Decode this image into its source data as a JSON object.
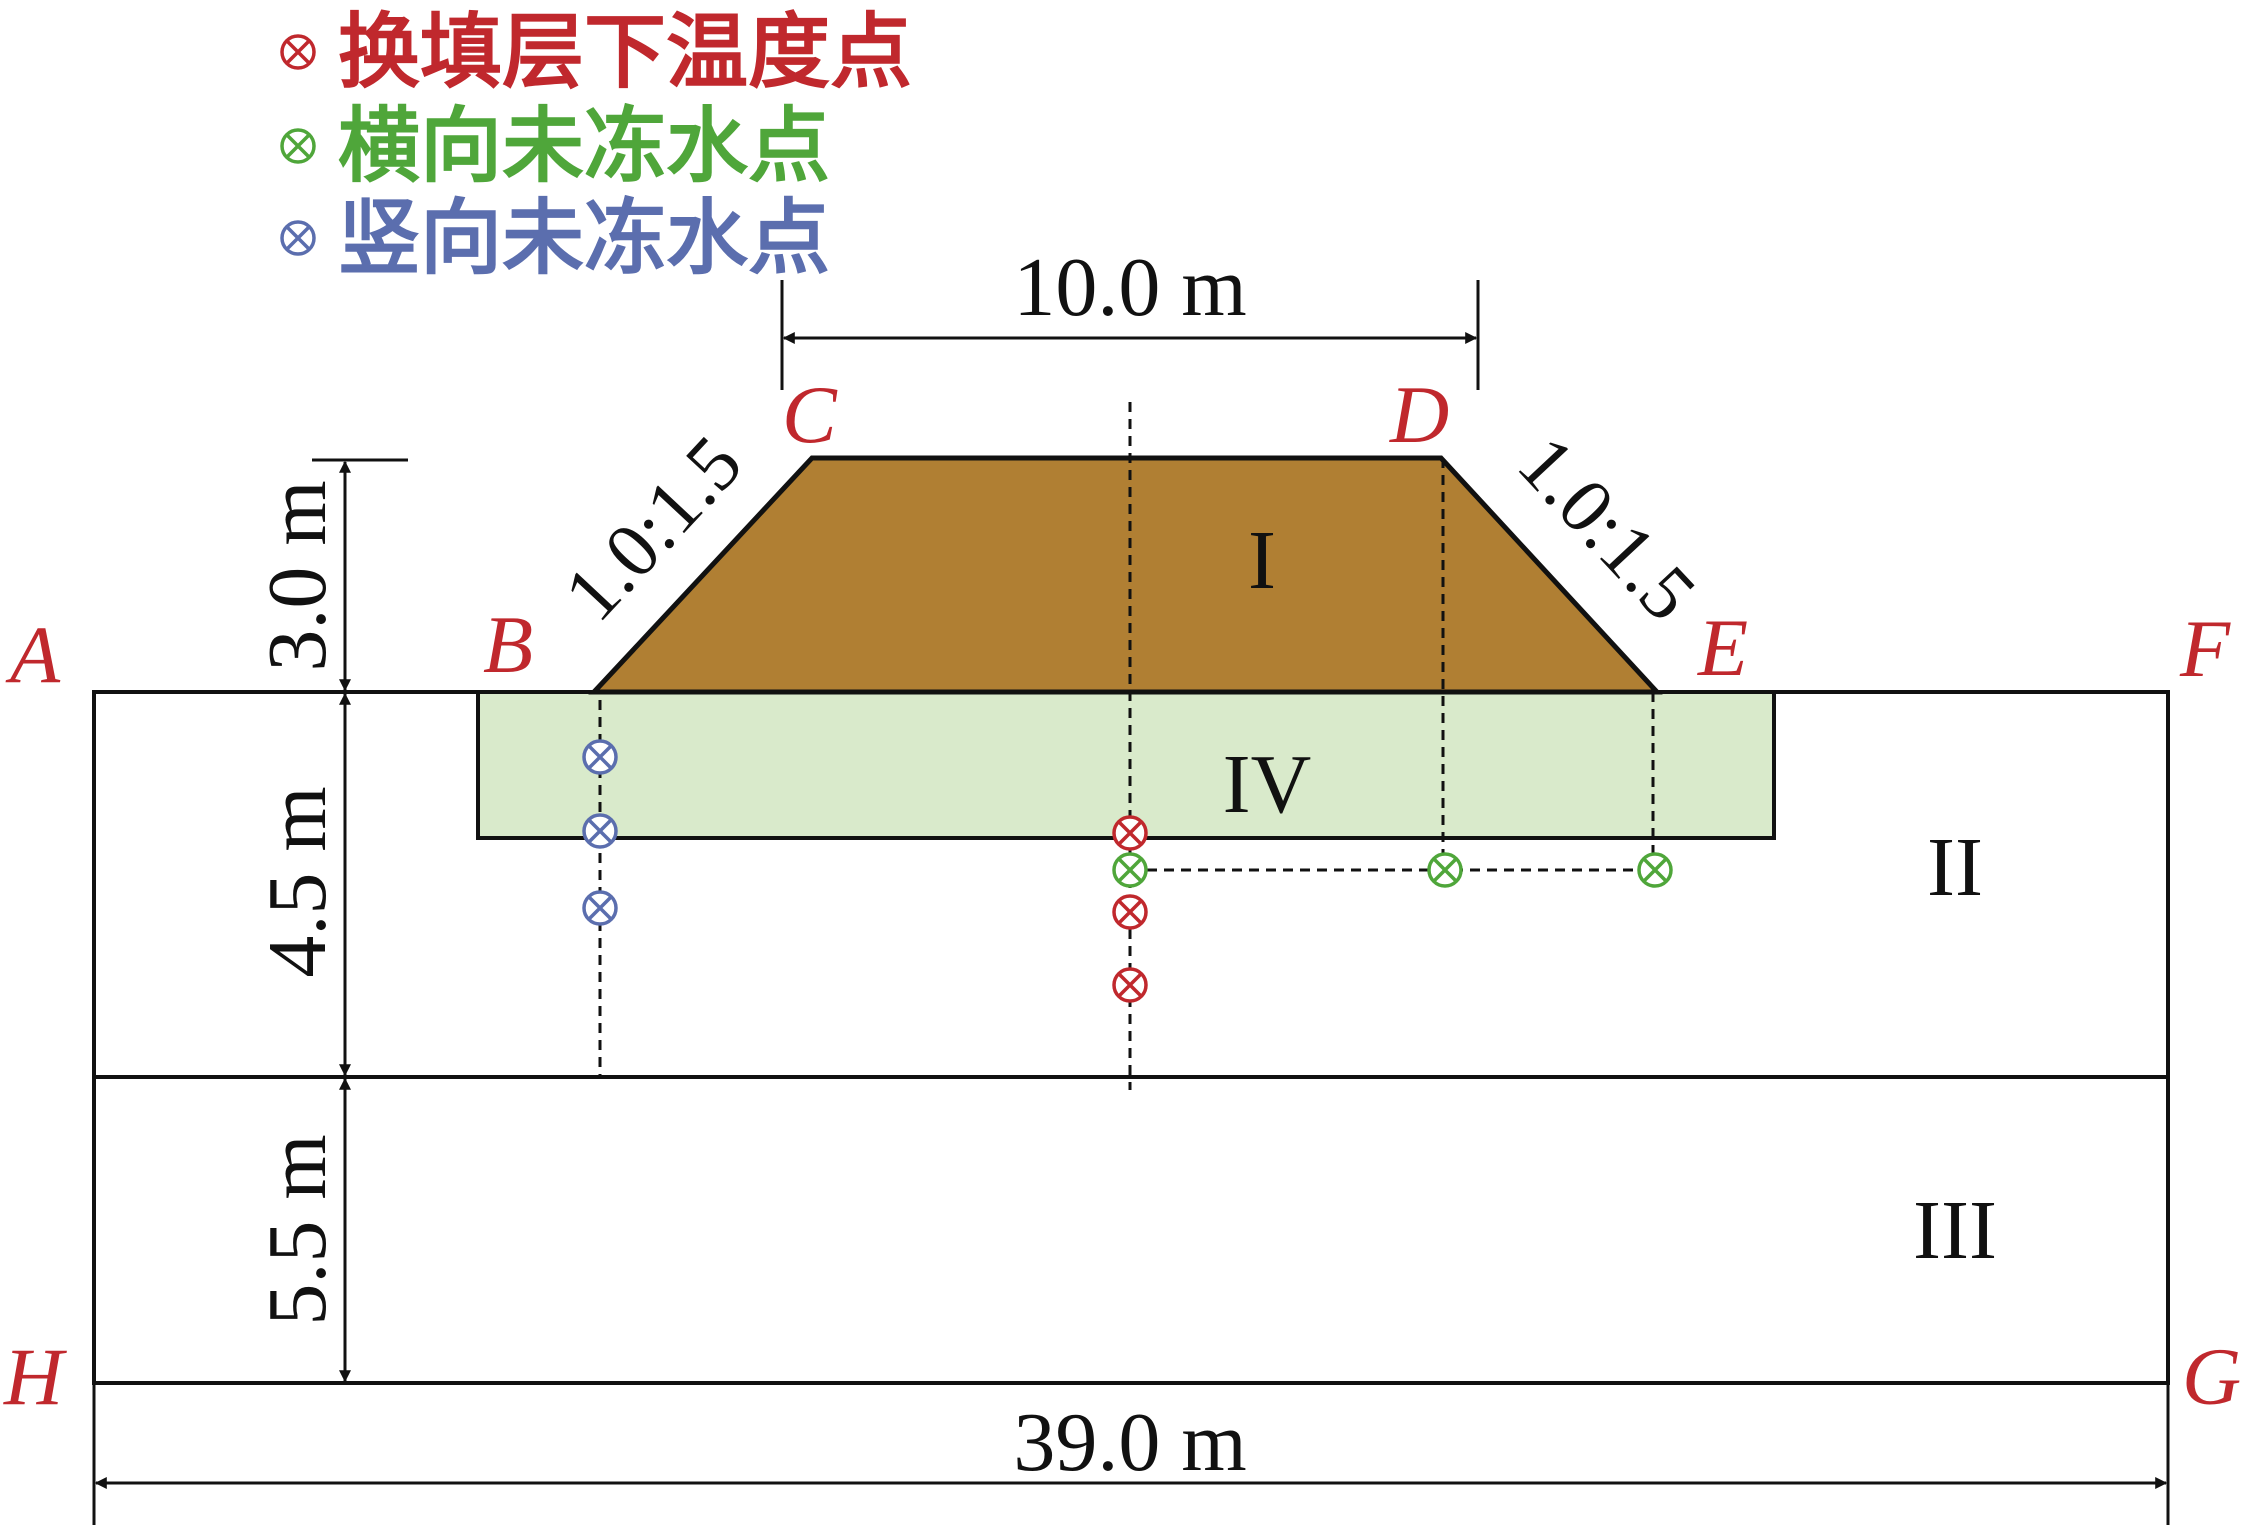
{
  "legend": [
    {
      "label": "换填层下温度点",
      "color": "#c0282d"
    },
    {
      "label": "横向未冻水点",
      "color": "#4fa63a"
    },
    {
      "label": "竖向未冻水点",
      "color": "#5b6eae"
    }
  ],
  "points": {
    "A": "A",
    "B": "B",
    "C": "C",
    "D": "D",
    "E": "E",
    "F": "F",
    "G": "G",
    "H": "H"
  },
  "dimensions": {
    "top_width": "10.0 m",
    "embankment_height": "3.0 m",
    "layer_ii_depth": "4.5 m",
    "layer_iii_depth": "5.5 m",
    "total_width": "39.0 m"
  },
  "slopes": {
    "left": "1.0:1.5",
    "right": "1.0:1.5"
  },
  "regions": {
    "I": "I",
    "II": "II",
    "III": "III",
    "IV": "IV"
  },
  "colors": {
    "embankment": "#b07f33",
    "replacement_layer": "#d9eacb",
    "label_red": "#c0282d",
    "outline": "#111111"
  }
}
